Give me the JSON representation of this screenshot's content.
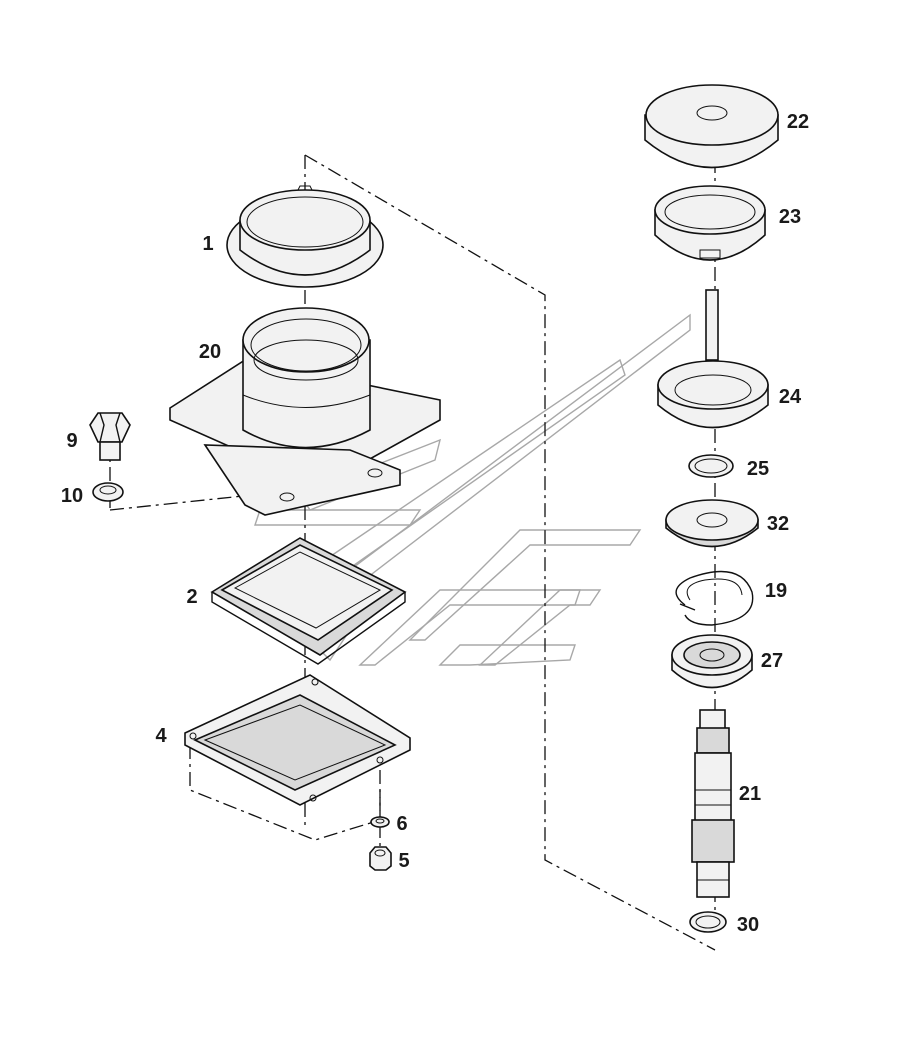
{
  "labels": {
    "l1": "1",
    "l20": "20",
    "l9": "9",
    "l10": "10",
    "l2": "2",
    "l4": "4",
    "l6": "6",
    "l5": "5",
    "l22": "22",
    "l23": "23",
    "l24": "24",
    "l25": "25",
    "l32": "32",
    "l19": "19",
    "l27": "27",
    "l21": "21",
    "l30": "30"
  }
}
